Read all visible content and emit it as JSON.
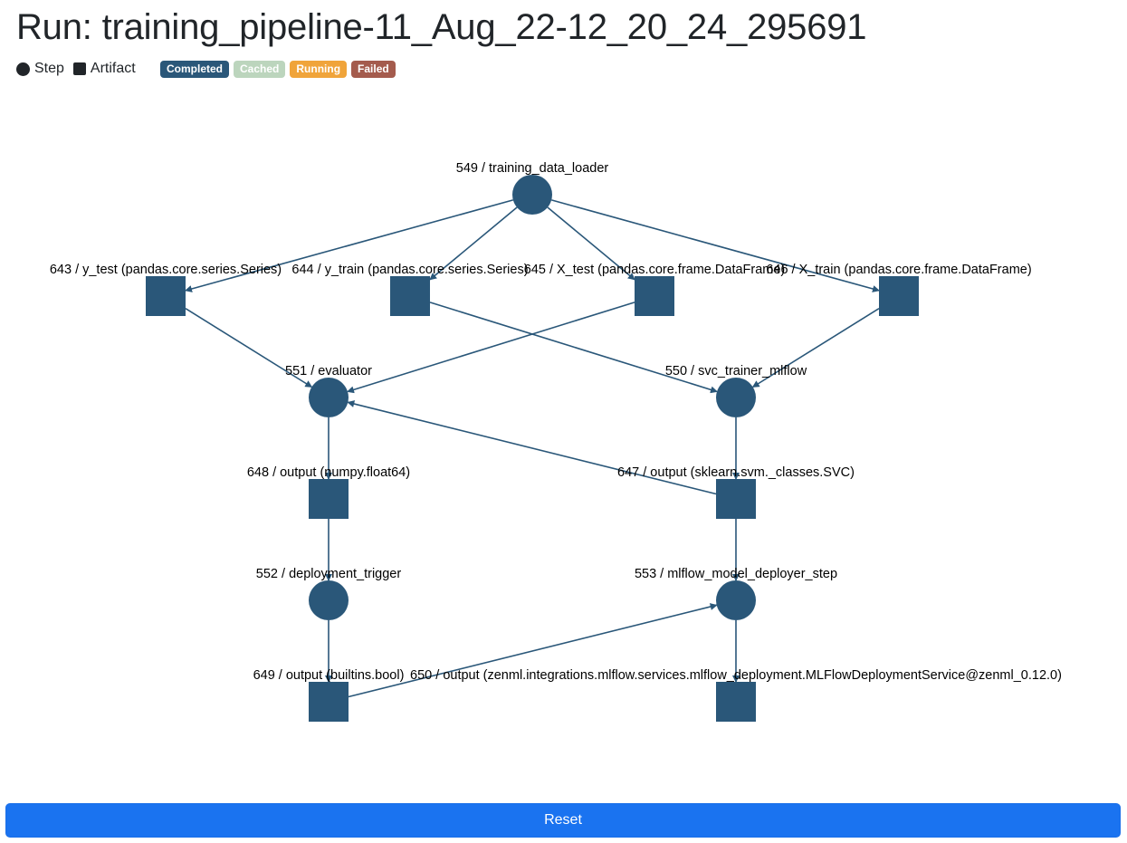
{
  "page": {
    "title": "Run: training_pipeline-11_Aug_22-12_20_24_295691"
  },
  "legend": {
    "step_label": "Step",
    "artifact_label": "Artifact"
  },
  "statuses": [
    {
      "label": "Completed",
      "color": "#2a5779"
    },
    {
      "label": "Cached",
      "color": "#bcd5bd"
    },
    {
      "label": "Running",
      "color": "#f0a43a"
    },
    {
      "label": "Failed",
      "color": "#a45b4d"
    }
  ],
  "graph": {
    "node_color": "#2a5779",
    "edge_color": "#2a5779",
    "nodes": [
      {
        "id": "549",
        "type": "step",
        "label": "549 / training_data_loader"
      },
      {
        "id": "643",
        "type": "artifact",
        "label": "643 / y_test (pandas.core.series.Series)"
      },
      {
        "id": "644",
        "type": "artifact",
        "label": "644 / y_train (pandas.core.series.Series)"
      },
      {
        "id": "645",
        "type": "artifact",
        "label": "645 / X_test (pandas.core.frame.DataFrame)"
      },
      {
        "id": "646",
        "type": "artifact",
        "label": "646 / X_train (pandas.core.frame.DataFrame)"
      },
      {
        "id": "551",
        "type": "step",
        "label": "551 / evaluator"
      },
      {
        "id": "550",
        "type": "step",
        "label": "550 / svc_trainer_mlflow"
      },
      {
        "id": "648",
        "type": "artifact",
        "label": "648 / output (numpy.float64)"
      },
      {
        "id": "647",
        "type": "artifact",
        "label": "647 / output (sklearn.svm._classes.SVC)"
      },
      {
        "id": "552",
        "type": "step",
        "label": "552 / deployment_trigger"
      },
      {
        "id": "553",
        "type": "step",
        "label": "553 / mlflow_model_deployer_step"
      },
      {
        "id": "649",
        "type": "artifact",
        "label": "649 / output (builtins.bool)"
      },
      {
        "id": "650",
        "type": "artifact",
        "label": "650 / output (zenml.integrations.mlflow.services.mlflow_deployment.MLFlowDeploymentService@zenml_0.12.0)"
      }
    ],
    "edges": [
      [
        "549",
        "643"
      ],
      [
        "549",
        "644"
      ],
      [
        "549",
        "645"
      ],
      [
        "549",
        "646"
      ],
      [
        "643",
        "551"
      ],
      [
        "645",
        "551"
      ],
      [
        "647",
        "551"
      ],
      [
        "644",
        "550"
      ],
      [
        "646",
        "550"
      ],
      [
        "551",
        "648"
      ],
      [
        "550",
        "647"
      ],
      [
        "648",
        "552"
      ],
      [
        "647",
        "553"
      ],
      [
        "649",
        "553"
      ],
      [
        "552",
        "649"
      ],
      [
        "553",
        "650"
      ]
    ]
  },
  "reset_button": {
    "label": "Reset"
  }
}
